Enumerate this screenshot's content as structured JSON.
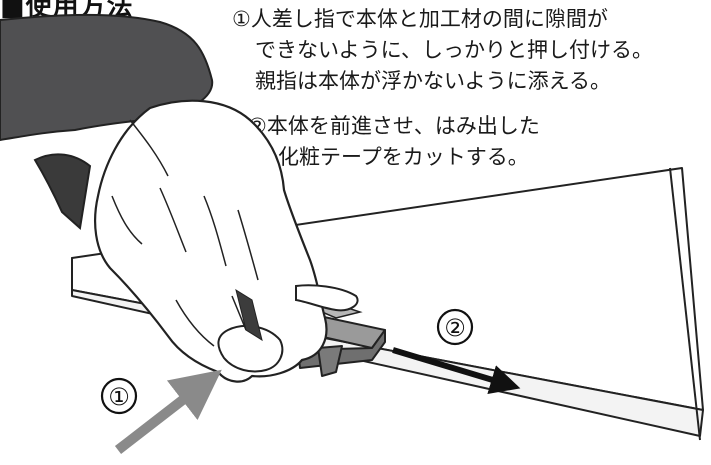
{
  "heading": "■使用方法",
  "steps": [
    {
      "num": "①",
      "lines": [
        "人差し指で本体と加工材の間に隙間が",
        "できないように、しっかりと押し付ける。",
        "親指は本体が浮かないように添える。"
      ]
    },
    {
      "num": "②",
      "lines": [
        "本体を前進させ、はみ出した",
        "化粧テープをカットする。"
      ]
    }
  ],
  "markers": {
    "push": "①",
    "advance": "②"
  },
  "colors": {
    "push_arrow": "#8a8a8a",
    "advance_arrow": "#111111",
    "sleeve": "#505052",
    "ink": "#111111"
  }
}
